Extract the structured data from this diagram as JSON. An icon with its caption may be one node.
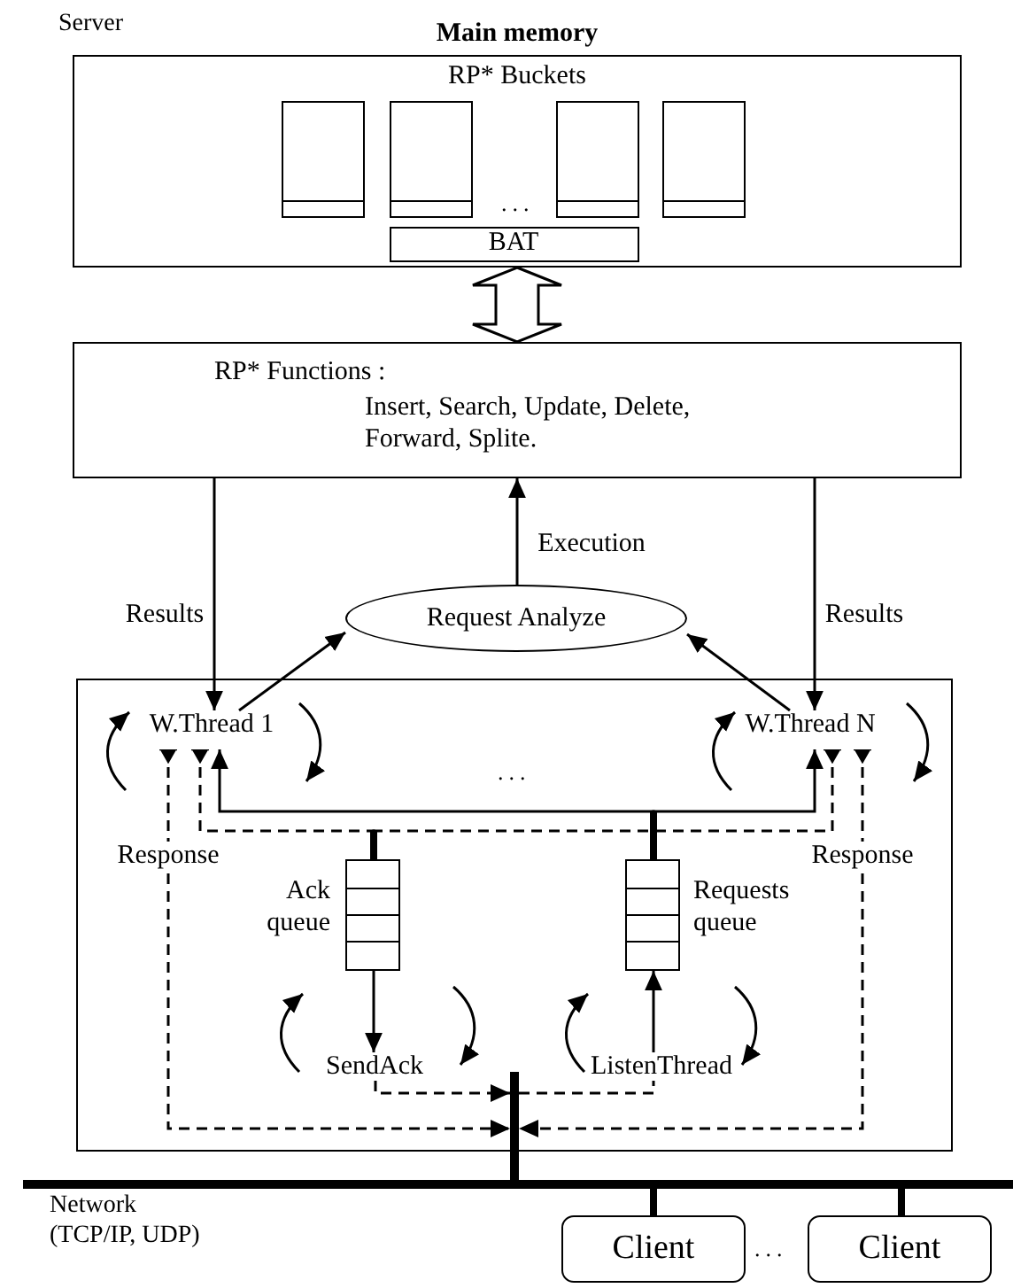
{
  "diagram": {
    "nodes": [
      {
        "text": [
          "Main memory",
          "RP* Buckets"
        ]
      },
      {
        "text": [],
        "shape": "box",
        "in": 0
      },
      {
        "text": [],
        "shape": "box",
        "in": 0
      },
      {
        "text": [],
        "shape": "box",
        "in": 0
      },
      {
        "text": [],
        "shape": "box",
        "in": 0
      },
      {
        "text": [
          "BAT"
        ],
        "in": 0
      },
      {
        "text": [
          "RP* Functions :",
          "Insert, Search, Update, Delete, Forward, Splite."
        ]
      },
      {
        "text": [
          "Request Analyze"
        ]
      },
      {
        "text": [],
        "shape": "box"
      },
      {
        "text": [
          "W.Thread 1"
        ],
        "in": 8
      },
      {
        "text": [
          "W.Thread N"
        ],
        "in": 8
      },
      {
        "text": [
          "Ack queue"
        ],
        "in": 8
      },
      {
        "text": [
          "Requests queue"
        ],
        "in": 8
      },
      {
        "text": [
          "SendAck"
        ],
        "in": 8
      },
      {
        "text": [
          "ListenThread"
        ],
        "in": 8
      },
      {
        "text": [],
        "shape": "bar"
      },
      {
        "text": [
          "Network (TCP/IP, UDP)"
        ]
      },
      {
        "text": [
          "Client"
        ]
      },
      {
        "text": [
          "Client"
        ]
      }
    ],
    "edges": [
      {
        "from": 0,
        "to": 6,
        "arrow": "both",
        "style": "thick"
      },
      {
        "from": 6,
        "to": 9,
        "arrow": "to",
        "label": "Results"
      },
      {
        "from": 6,
        "to": 10,
        "arrow": "to",
        "label": "Results"
      },
      {
        "from": 7,
        "to": 6,
        "arrow": "to",
        "label": "Execution"
      },
      {
        "from": 9,
        "to": 7,
        "arrow": "to"
      },
      {
        "from": 10,
        "to": 7,
        "arrow": "to"
      },
      {
        "from": 12,
        "to": 9,
        "arrow": "to"
      },
      {
        "from": 12,
        "to": 10,
        "arrow": "to"
      },
      {
        "from": 9,
        "to": 11,
        "arrow": "other",
        "style": "dashed"
      },
      {
        "from": 10,
        "to": 11,
        "arrow": "other",
        "style": "dashed"
      },
      {
        "from": 9,
        "to": 15,
        "arrow": "to",
        "style": "dashed",
        "label": "Response"
      },
      {
        "from": 10,
        "to": 15,
        "arrow": "to",
        "style": "dashed",
        "label": "Response"
      },
      {
        "from": 11,
        "to": 13,
        "arrow": "to"
      },
      {
        "from": 14,
        "to": 12,
        "arrow": "to"
      },
      {
        "from": 13,
        "to": 15,
        "arrow": "to",
        "style": "dashed"
      },
      {
        "from": 15,
        "to": 14,
        "arrow": "none",
        "style": "dashed"
      },
      {
        "from": 16,
        "to": 17,
        "arrow": "none",
        "style": "thick"
      },
      {
        "from": 16,
        "to": 18,
        "arrow": "none",
        "style": "thick"
      }
    ],
    "labels": [
      "Server",
      "...",
      "...",
      "..."
    ]
  }
}
